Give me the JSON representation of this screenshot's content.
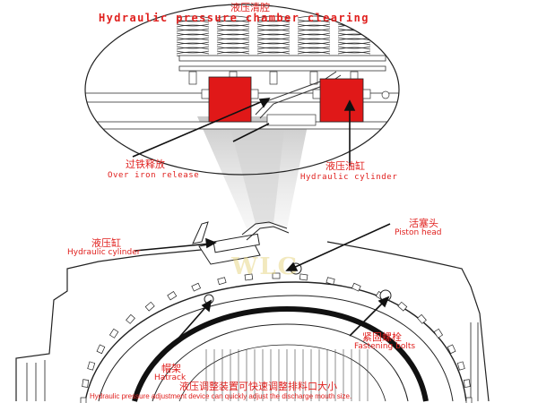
{
  "title": {
    "cn": "液压清腔",
    "en": "Hydraulic pressure chamber clearing"
  },
  "labels": {
    "over_iron_cn": "过铁释放",
    "over_iron_en": "Over iron release",
    "cyl_top_cn": "液压油缸",
    "cyl_top_en": "Hydraulic cylinder",
    "cyl_left_cn": "液压缸",
    "cyl_left_en": "Hydraulic cylinder",
    "piston_cn": "活塞头",
    "piston_en": "Piston head",
    "bolts_cn": "紧固螺栓",
    "bolts_en": "Fastening bolts",
    "hatrack_cn": "帽架",
    "hatrack_en": "Hatrack"
  },
  "footer": {
    "cn": "液压调整装置可快速调整排料口大小",
    "en": "Hydraulic pressure adjustment device can quickly adjust the discharge mouth size."
  },
  "colors": {
    "label_red": "#e0201e",
    "cylinder_red": "#e01818",
    "line": "#222222"
  },
  "watermark_icon": "machine-logo-watermark"
}
